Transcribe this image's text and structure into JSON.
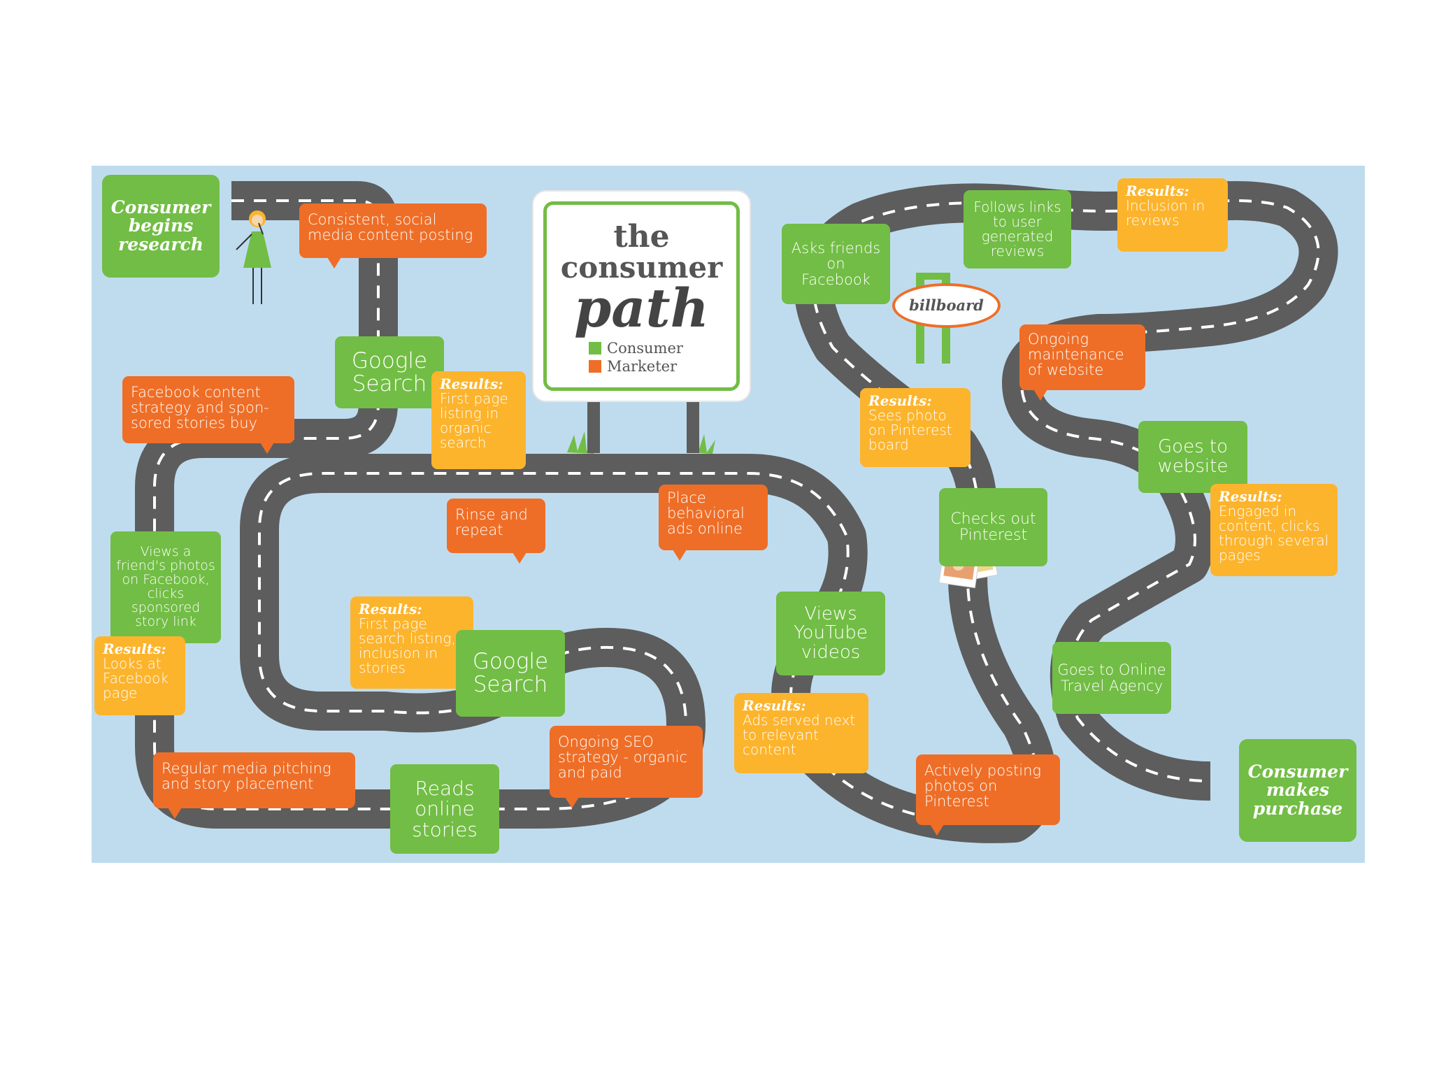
{
  "title": {
    "line1": "the",
    "line2": "consumer",
    "line3": "path"
  },
  "legend": [
    {
      "label": "Consumer",
      "color": "#72bd45"
    },
    {
      "label": "Marketer",
      "color": "#ee6e27"
    }
  ],
  "colors": {
    "consumer": "#72bd45",
    "marketer": "#ee6e27",
    "results": "#fcb42d",
    "background": "#bfdcef",
    "road": "#5d5d5d"
  },
  "billboard": "billboard",
  "steps": {
    "begins": "Consumer begins research",
    "social_posting": "Consistent, social media content posting",
    "google1": "Google Search",
    "results_google1": {
      "head": "Results:",
      "body": "First page listing in organic search"
    },
    "fb_strategy": "Facebook content strategy and spon-sored stories buy",
    "views_friends": "Views a friend's photos on Facebook, clicks sponsored story link",
    "results_fb": {
      "head": "Results:",
      "body": "Looks at Facebook page"
    },
    "media_pitching": "Regular media pitching and story placement",
    "reads_stories": "Reads online stories",
    "results_google2": {
      "head": "Results:",
      "body": "First page search listing, inclusion in stories"
    },
    "google2": "Google Search",
    "rinse": "Rinse and repeat",
    "behavioral": "Place behavioral ads online",
    "seo": "Ongoing SEO strategy - organic and paid",
    "youtube": "Views YouTube videos",
    "results_ads": {
      "head": "Results:",
      "body": "Ads served next to relevant content"
    },
    "asks_friends": "Asks friends on Facebook",
    "follows_links": "Follows links to user generated reviews",
    "results_reviews": {
      "head": "Results:",
      "body": "Inclusion in reviews"
    },
    "maintenance": "Ongoing maintenance of website",
    "results_pinterest": {
      "head": "Results:",
      "body": "Sees photo on Pinterest board"
    },
    "checks_pinterest": "Checks out Pinterest",
    "goes_website": "Goes to website",
    "results_engaged": {
      "head": "Results:",
      "body": "Engaged in content, clicks through several pages"
    },
    "posting_pinterest": "Actively posting photos on Pinterest",
    "travel_agency": "Goes to Online Travel Agency",
    "purchase": "Consumer makes purchase"
  }
}
